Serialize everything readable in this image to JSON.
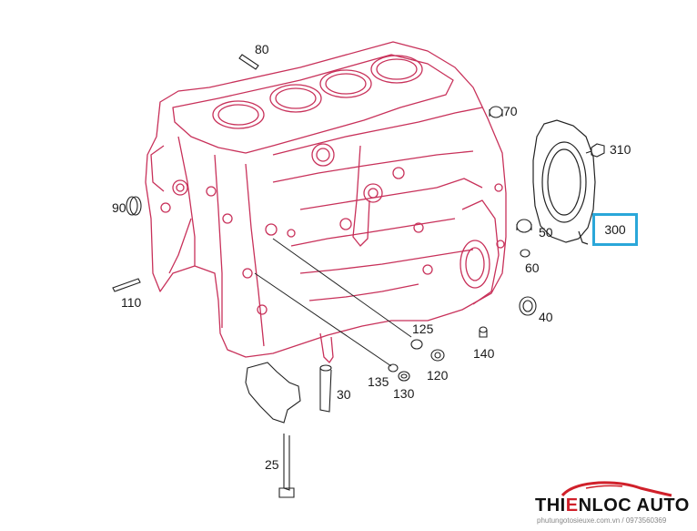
{
  "parts": [
    {
      "id": "p80",
      "label": "80"
    },
    {
      "id": "p70",
      "label": "70"
    },
    {
      "id": "p310",
      "label": "310"
    },
    {
      "id": "p90",
      "label": "90"
    },
    {
      "id": "p300",
      "label": "300"
    },
    {
      "id": "p50",
      "label": "50"
    },
    {
      "id": "p60",
      "label": "60"
    },
    {
      "id": "p110",
      "label": "110"
    },
    {
      "id": "p40",
      "label": "40"
    },
    {
      "id": "p125",
      "label": "125"
    },
    {
      "id": "p140",
      "label": "140"
    },
    {
      "id": "p135",
      "label": "135"
    },
    {
      "id": "p120",
      "label": "120"
    },
    {
      "id": "p130",
      "label": "130"
    },
    {
      "id": "p30",
      "label": "30"
    },
    {
      "id": "p25",
      "label": "25"
    }
  ],
  "highlighted_part": "300",
  "colors": {
    "drawing": "#c8315a",
    "highlight": "#2aa7d9",
    "logo_red": "#d0202a"
  },
  "logo": {
    "text_a": "THI",
    "text_b": "E",
    "text_c": "N",
    "text_d": "LOC AUTO",
    "subtitle": "phutungotosieuxe.com.vn / 0973560369"
  }
}
